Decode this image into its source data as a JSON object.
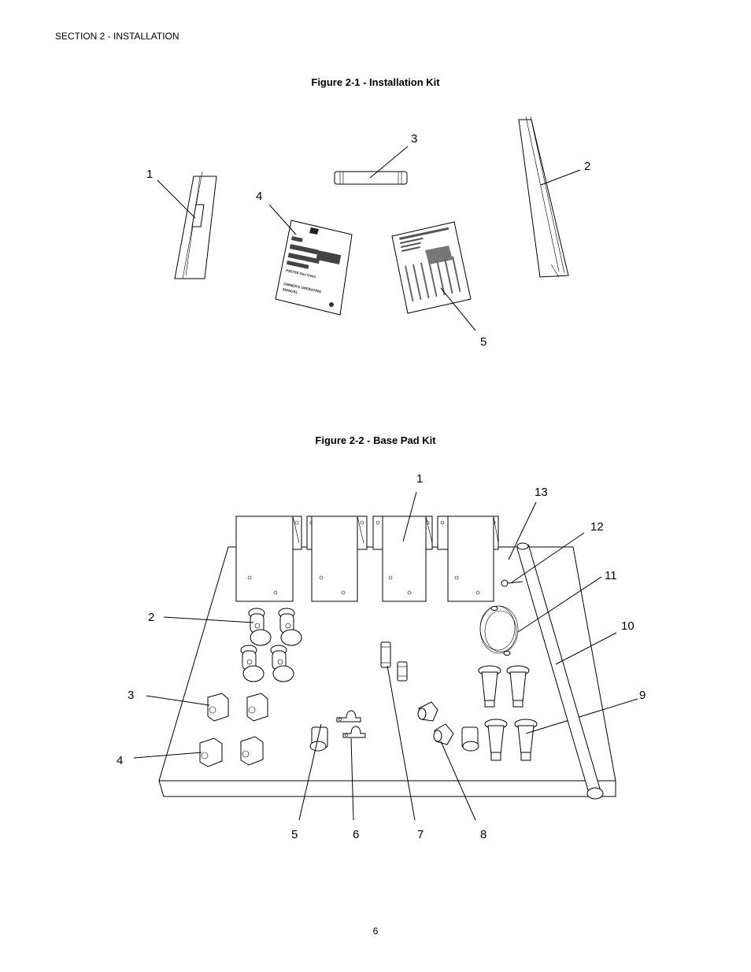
{
  "header": {
    "section": "SECTION 2 - INSTALLATION"
  },
  "figure1": {
    "title": "Figure 2-1 - Installation Kit",
    "callouts": [
      "1",
      "2",
      "3",
      "4",
      "5"
    ],
    "manual": {
      "line1": "PS570S Gas Oven",
      "line2": "OWNER'S OPERATING",
      "line3": "MANUAL"
    }
  },
  "figure2": {
    "title": "Figure 2-2 - Base Pad Kit",
    "callouts": [
      "1",
      "2",
      "3",
      "4",
      "5",
      "6",
      "7",
      "8",
      "9",
      "10",
      "11",
      "12",
      "13"
    ]
  },
  "footer": {
    "page_number": "6"
  },
  "icons": {
    "figure1_parts": [
      "seismic-bracket-icon",
      "channel-strip-icon",
      "pipe-nipple-icon",
      "owners-manual-icon",
      "service-map-sheet-icon"
    ],
    "figure2_parts": [
      "leg-bracket-icon",
      "caster-icon",
      "caster-mount-icon",
      "elbow-fitting-icon",
      "flex-gas-hose-icon",
      "pipe-clamp-icon",
      "adjustable-foot-icon",
      "restraint-cable-icon",
      "eye-bolt-icon",
      "gas-pipe-icon"
    ]
  }
}
